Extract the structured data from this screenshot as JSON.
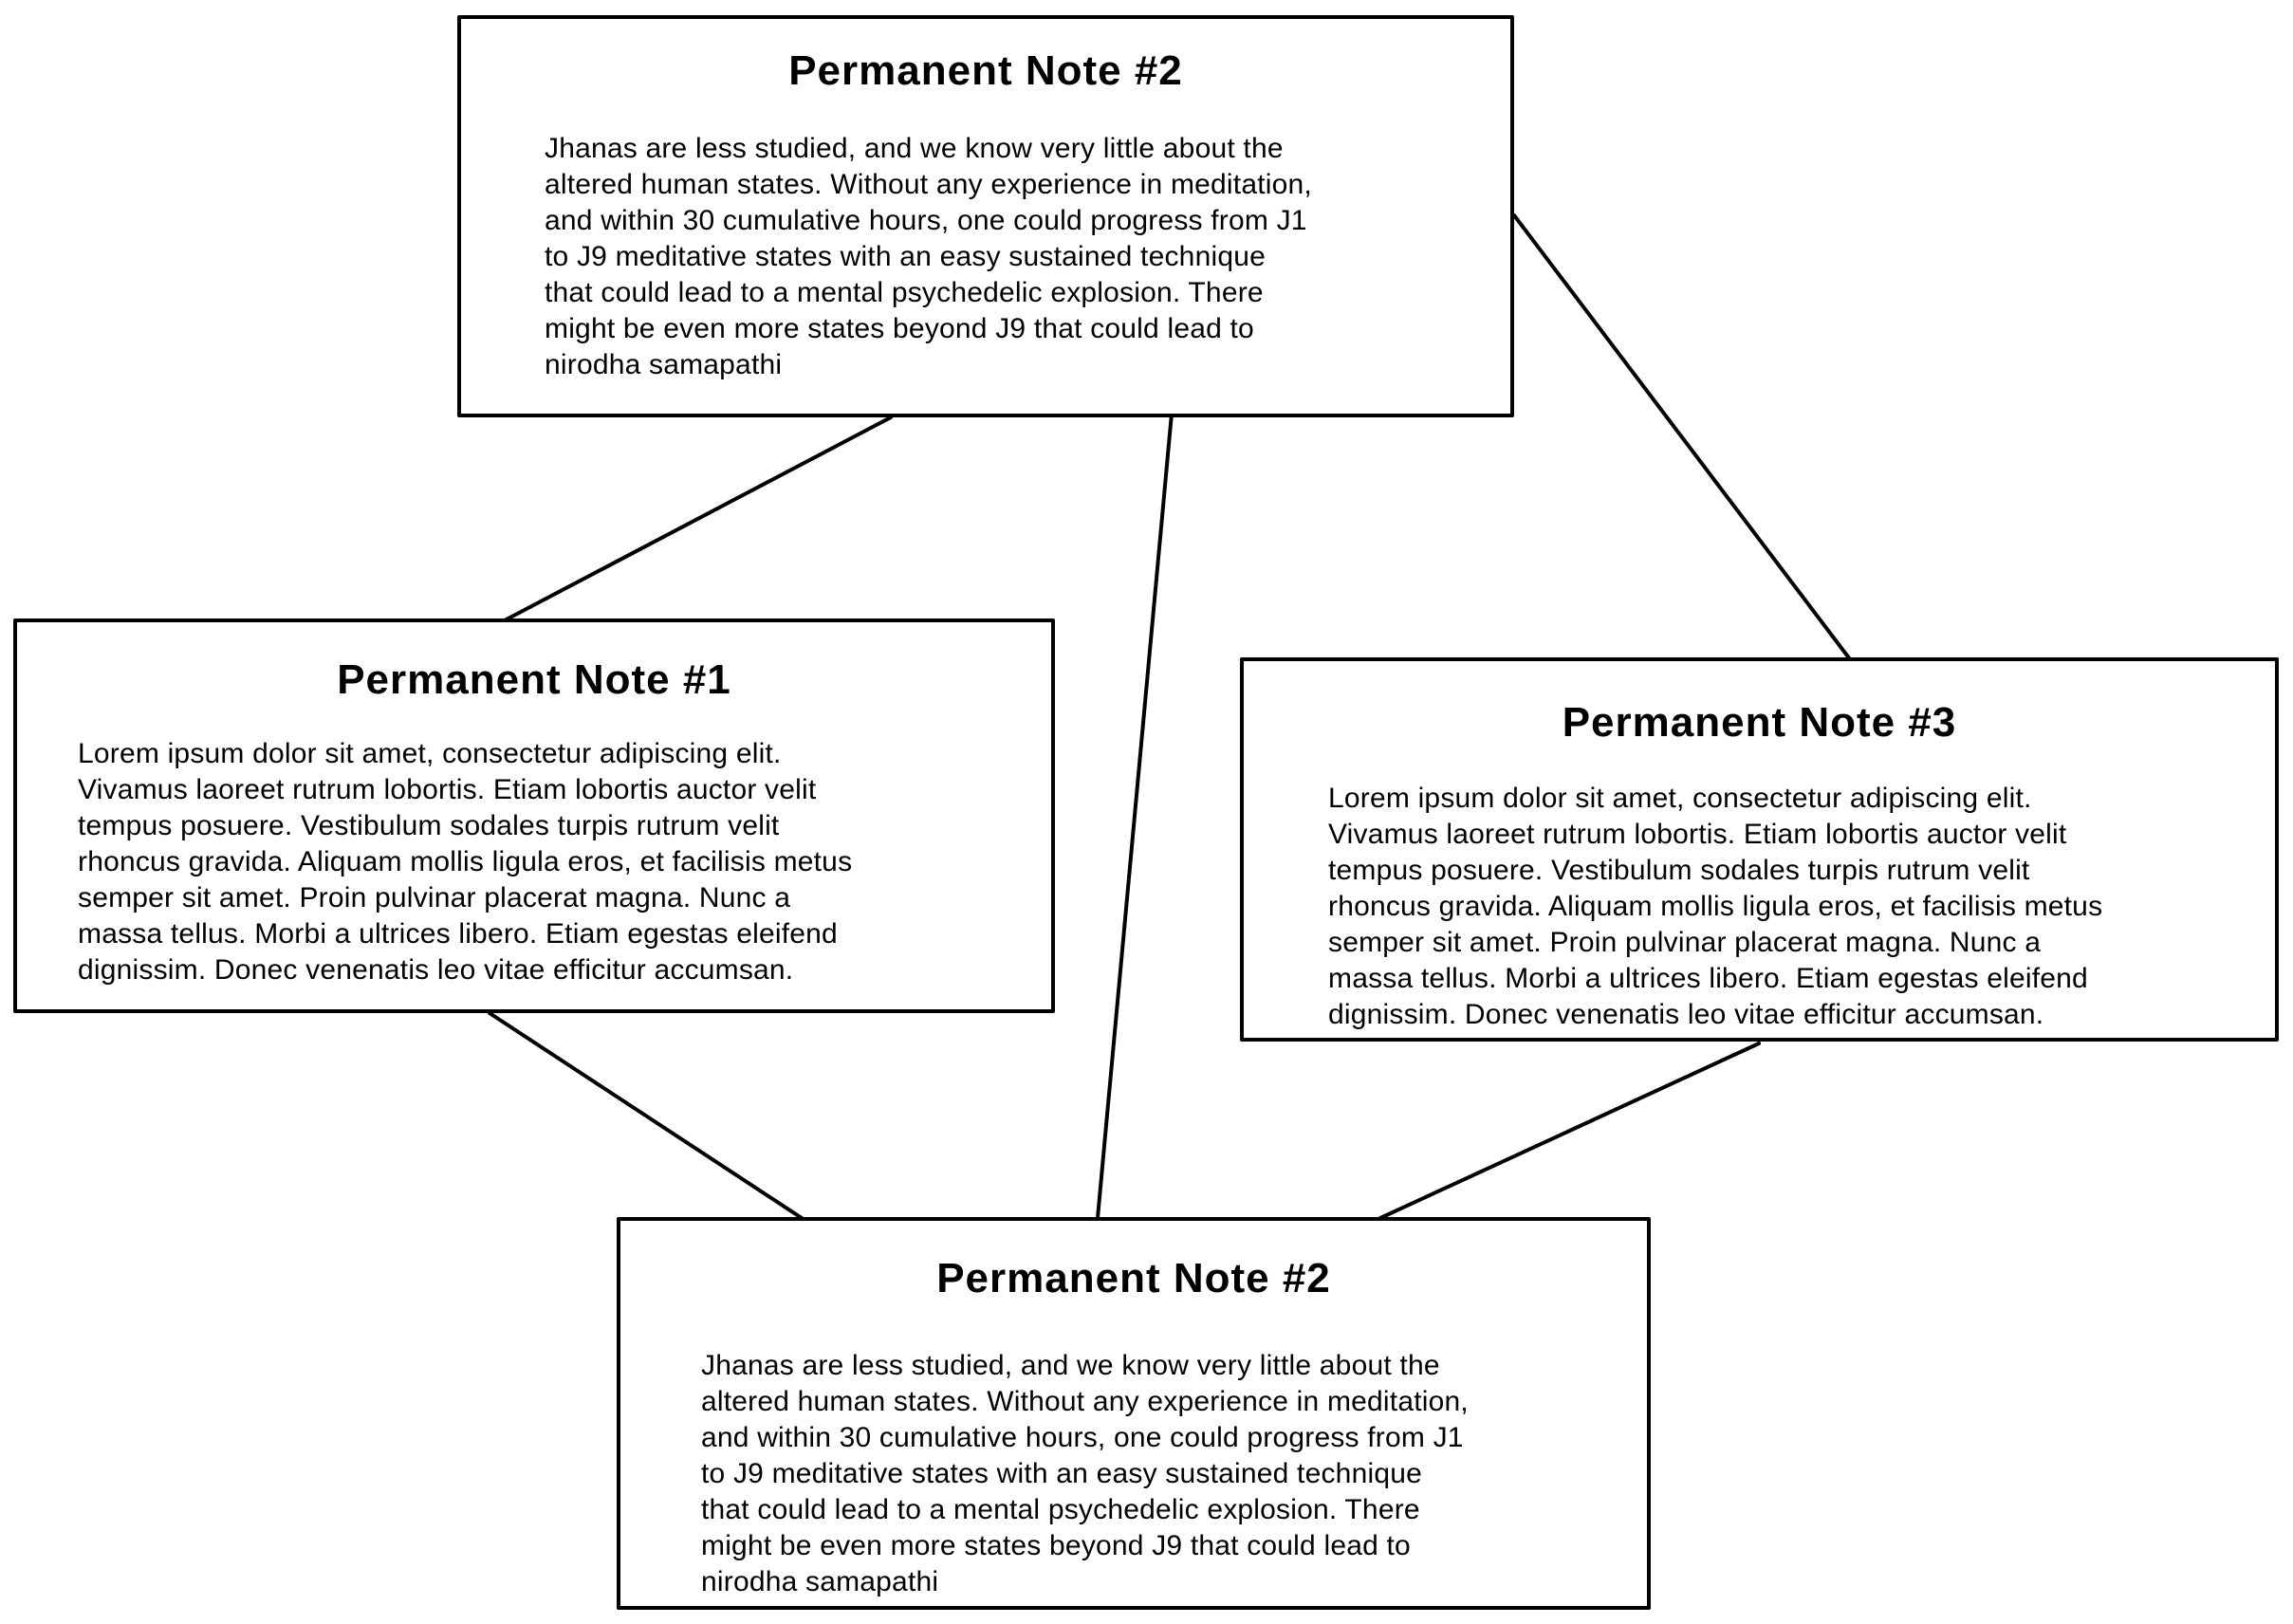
{
  "diagram": {
    "background_color": "#ffffff",
    "stroke_color": "#000000",
    "notes": [
      {
        "id": "note2-top",
        "title": "Permanent Note #2",
        "body": "Jhanas are less studied, and we know very little about the\naltered human states. Without any experience in meditation,\nand within 30 cumulative hours, one could progress from J1\nto J9 meditative states with an easy sustained technique\nthat could lead to a mental psychedelic explosion. There\nmight be even more states beyond J9 that could lead to\nnirodha samapathi"
      },
      {
        "id": "note1-left",
        "title": "Permanent Note #1",
        "body": "Lorem ipsum dolor sit amet, consectetur adipiscing elit.\nVivamus laoreet rutrum lobortis. Etiam lobortis auctor velit\ntempus posuere. Vestibulum sodales turpis rutrum velit\nrhoncus gravida. Aliquam mollis ligula eros, et facilisis metus\nsemper sit amet. Proin pulvinar placerat magna. Nunc a\nmassa tellus. Morbi a ultrices libero. Etiam egestas eleifend\ndignissim. Donec venenatis leo vitae efficitur accumsan."
      },
      {
        "id": "note3-right",
        "title": "Permanent Note #3",
        "body": "Lorem ipsum dolor sit amet, consectetur adipiscing elit.\nVivamus laoreet rutrum lobortis. Etiam lobortis auctor velit\ntempus posuere. Vestibulum sodales turpis rutrum velit\nrhoncus gravida. Aliquam mollis ligula eros, et facilisis metus\nsemper sit amet. Proin pulvinar placerat magna. Nunc a\nmassa tellus. Morbi a ultrices libero. Etiam egestas eleifend\ndignissim. Donec venenatis leo vitae efficitur accumsan."
      },
      {
        "id": "note2-bottom",
        "title": "Permanent Note #2",
        "body": "Jhanas are less studied, and we know very little about the\naltered human states. Without any experience in meditation,\nand within 30 cumulative hours, one could progress from J1\nto J9 meditative states with an easy sustained technique\nthat could lead to a mental psychedelic explosion. There\nmight be even more states beyond J9 that could lead to\nnirodha samapathi"
      }
    ]
  }
}
